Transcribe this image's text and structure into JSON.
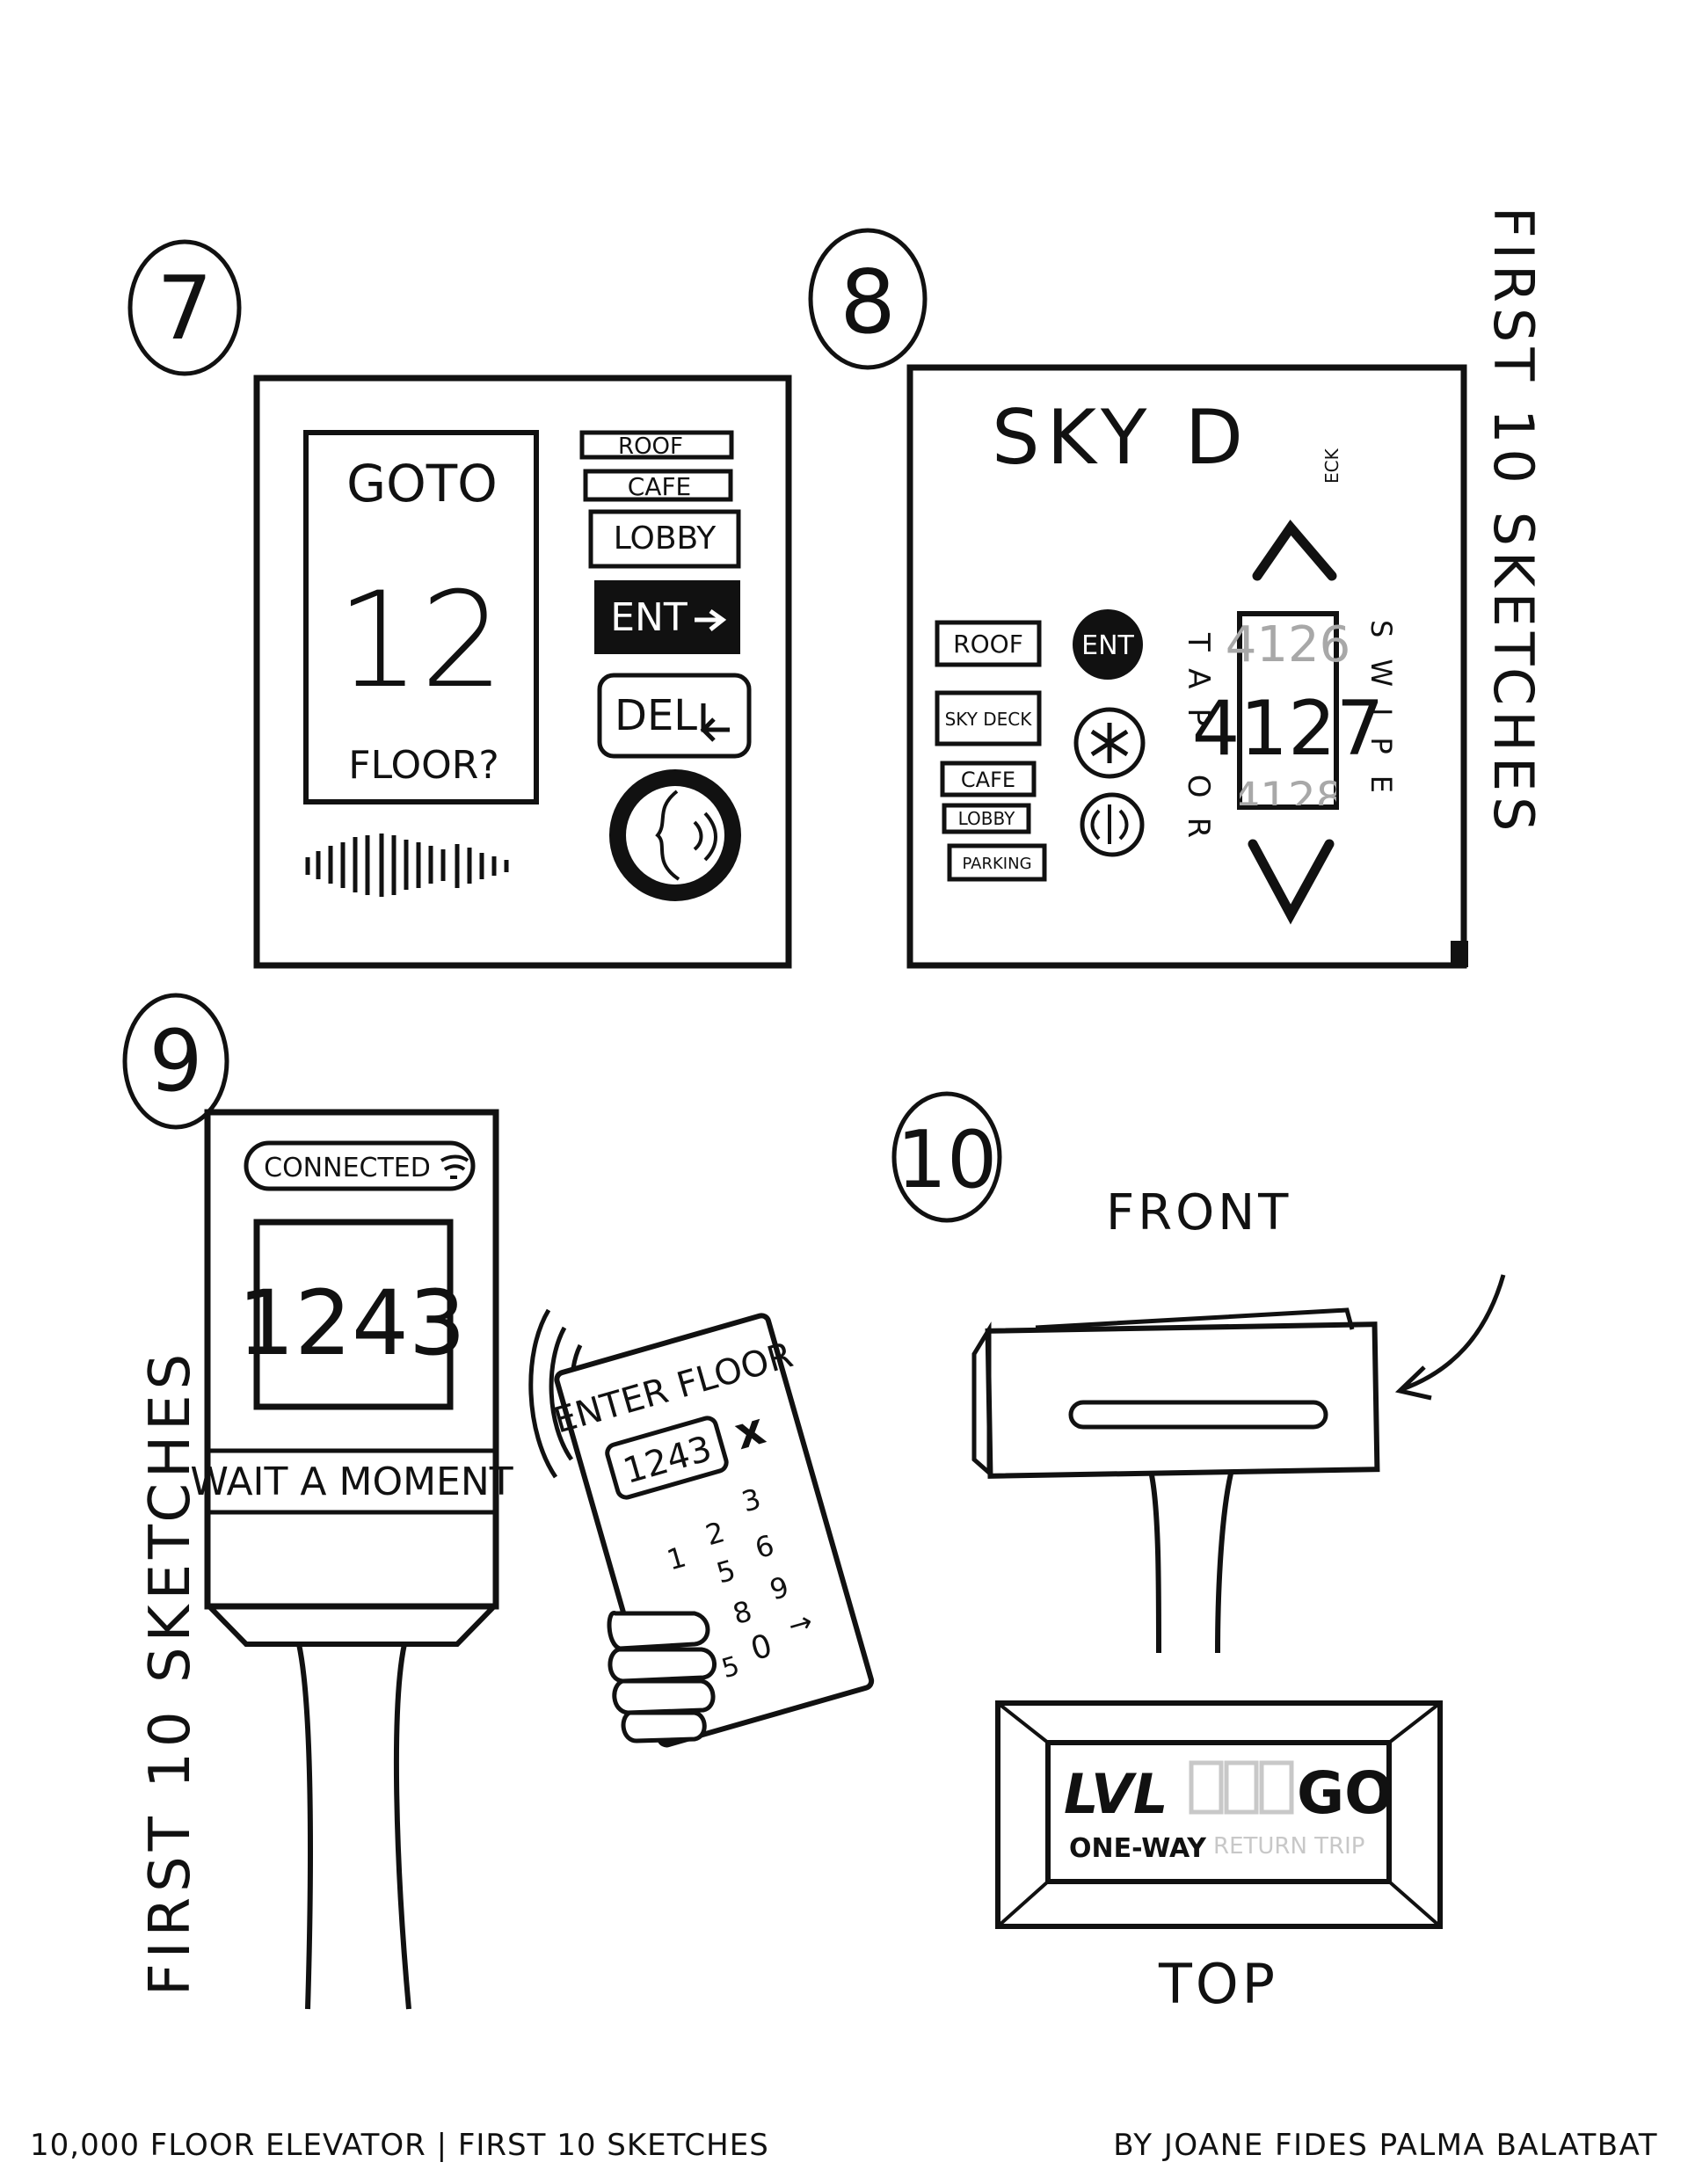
{
  "side_notes": {
    "top_right": "FIRST 10 SKETCHES",
    "bottom_left": "FIRST 10 SKETCHES"
  },
  "sketch7": {
    "number": "7",
    "screen_top": "GOTO",
    "screen_value": "12",
    "screen_bottom": "FLOOR?",
    "buttons": [
      "ROOF",
      "CAFE",
      "LOBBY"
    ],
    "enter_button": "ENT",
    "delete_button": "DEL"
  },
  "sketch8": {
    "number": "8",
    "title": "SKY D",
    "title_small": "ECK",
    "floor_buttons": [
      "ROOF",
      "SKY DECK",
      "CAFE",
      "LOBBY",
      "PARKING"
    ],
    "enter_button": "ENT",
    "tap_or": "TAP OR",
    "swipe": "SWIPE",
    "floor_prev": "4126",
    "floor_current": "4127",
    "floor_next": "4128"
  },
  "sketch9": {
    "number": "9",
    "status_badge": "CONNECTED",
    "floor_value": "1243",
    "wait_text": "WAIT A MOMENT",
    "phone_title": "ENTER FLOOR",
    "phone_value": "1243",
    "phone_close": "x",
    "phone_keys": [
      "1",
      "2",
      "3",
      "5",
      "6",
      "8",
      "9",
      "0",
      "→"
    ],
    "phone_key_extra": "5"
  },
  "sketch10": {
    "number": "10",
    "front_label": "FRONT",
    "top_label": "TOP",
    "lvl_label": "LVL",
    "go_label": "GO",
    "one_way": "ONE-WAY",
    "return_trip": "RETURN TRIP"
  },
  "footer": {
    "left": "10,000 FLOOR ELEVATOR | FIRST 10 SKETCHES",
    "right": "BY JOANE FIDES PALMA BALATBAT"
  },
  "colors": {
    "ink": "#111111",
    "faded": "#c8c8c8",
    "paper": "#ffffff"
  }
}
